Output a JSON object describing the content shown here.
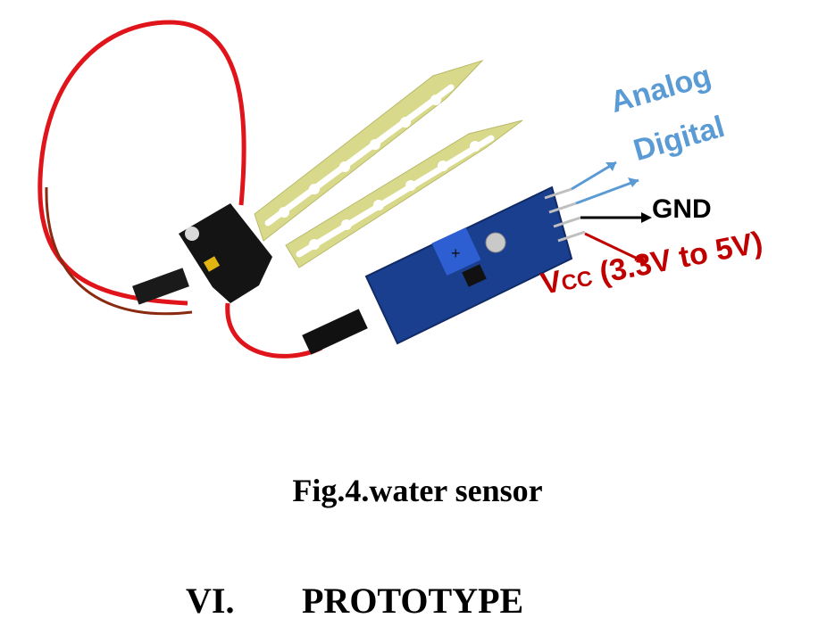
{
  "figure": {
    "subject": "soil moisture / water sensor module with probe and comparator board",
    "labels": {
      "analog": "Analog",
      "digital": "Digital",
      "gnd": "GND",
      "vcc_main": "V",
      "vcc_sub": "CC",
      "vcc_range": "(3.3V to 5V)"
    },
    "colors": {
      "analog": "#5b9bd5",
      "digital": "#5b9bd5",
      "gnd": "#000000",
      "vcc": "#c00000",
      "wire": "#e0151b",
      "probe": "#d8d98a",
      "board": "#1b3f8f",
      "potentiometer": "#2d5fd3"
    },
    "caption": "Fig.4.water sensor"
  },
  "section": {
    "number": "VI.",
    "title": "PROTOTYPE"
  }
}
